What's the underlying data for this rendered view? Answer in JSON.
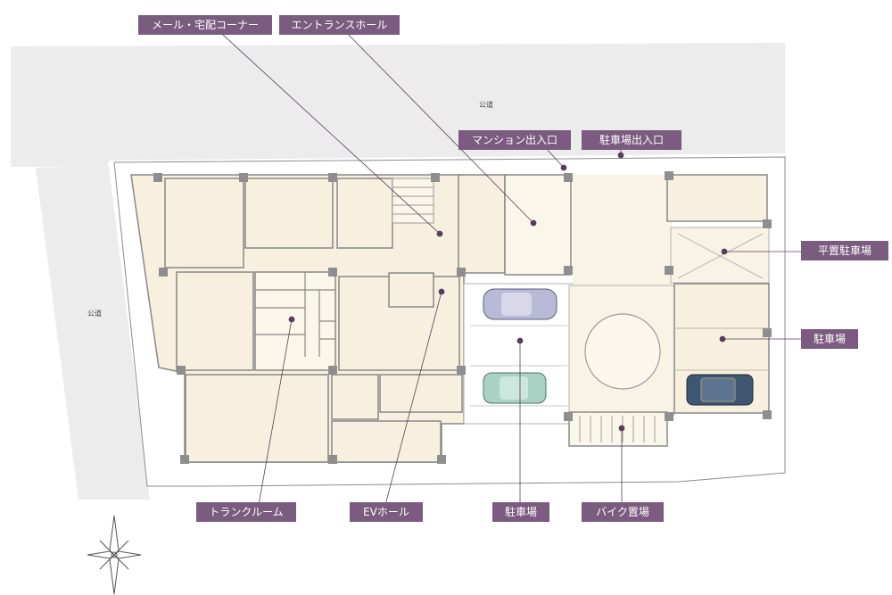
{
  "roads": {
    "north": "公道",
    "west": "公道"
  },
  "labels": {
    "mail_corner": "メール・宅配コーナー",
    "entrance_hall": "エントランスホール",
    "mansion_entrance": "マンション出入口",
    "parking_entrance": "駐車場出入口",
    "flat_parking": "平置駐車場",
    "parking_east": "駐車場",
    "trunk_room": "トランクルーム",
    "ev_hall": "EVホール",
    "parking_center": "駐車場",
    "bike_parking": "バイク置場"
  },
  "colors": {
    "label_bg": "#7b5b7f",
    "label_text": "#ffffff",
    "room_fill": "#f7f0de",
    "parking_fill": "#f9f3e6",
    "wall": "#7a7a7a",
    "road": "#ececec",
    "leader": "#5a3d5c"
  },
  "icons": [
    "compass-rose-icon"
  ]
}
